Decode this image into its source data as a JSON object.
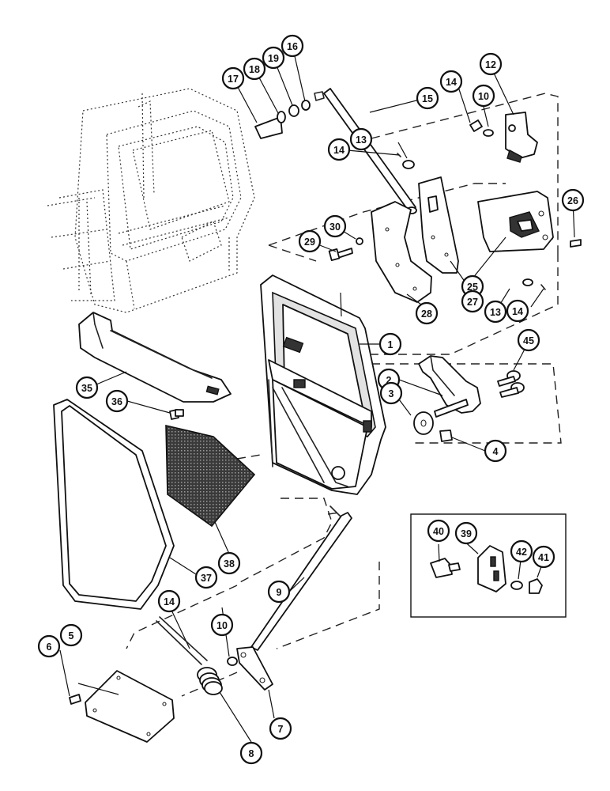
{
  "callouts": [
    {
      "id": "c1",
      "label": "1"
    },
    {
      "id": "c2",
      "label": "2"
    },
    {
      "id": "c3",
      "label": "3"
    },
    {
      "id": "c4",
      "label": "4"
    },
    {
      "id": "c5",
      "label": "5"
    },
    {
      "id": "c6",
      "label": "6"
    },
    {
      "id": "c7",
      "label": "7"
    },
    {
      "id": "c8",
      "label": "8"
    },
    {
      "id": "c9",
      "label": "9"
    },
    {
      "id": "c10a",
      "label": "10"
    },
    {
      "id": "c10b",
      "label": "10"
    },
    {
      "id": "c12",
      "label": "12"
    },
    {
      "id": "c13a",
      "label": "13"
    },
    {
      "id": "c13b",
      "label": "13"
    },
    {
      "id": "c14a",
      "label": "14"
    },
    {
      "id": "c14b",
      "label": "14"
    },
    {
      "id": "c14c",
      "label": "14"
    },
    {
      "id": "c14d",
      "label": "14"
    },
    {
      "id": "c15",
      "label": "15"
    },
    {
      "id": "c16",
      "label": "16"
    },
    {
      "id": "c17",
      "label": "17"
    },
    {
      "id": "c18",
      "label": "18"
    },
    {
      "id": "c19",
      "label": "19"
    },
    {
      "id": "c25",
      "label": "25"
    },
    {
      "id": "c26",
      "label": "26"
    },
    {
      "id": "c27",
      "label": "27"
    },
    {
      "id": "c28",
      "label": "28"
    },
    {
      "id": "c29",
      "label": "29"
    },
    {
      "id": "c30",
      "label": "30"
    },
    {
      "id": "c35",
      "label": "35"
    },
    {
      "id": "c36",
      "label": "36"
    },
    {
      "id": "c37",
      "label": "37"
    },
    {
      "id": "c38",
      "label": "38"
    },
    {
      "id": "c39",
      "label": "39"
    },
    {
      "id": "c40",
      "label": "40"
    },
    {
      "id": "c41",
      "label": "41"
    },
    {
      "id": "c42",
      "label": "42"
    },
    {
      "id": "c45",
      "label": "45"
    }
  ]
}
